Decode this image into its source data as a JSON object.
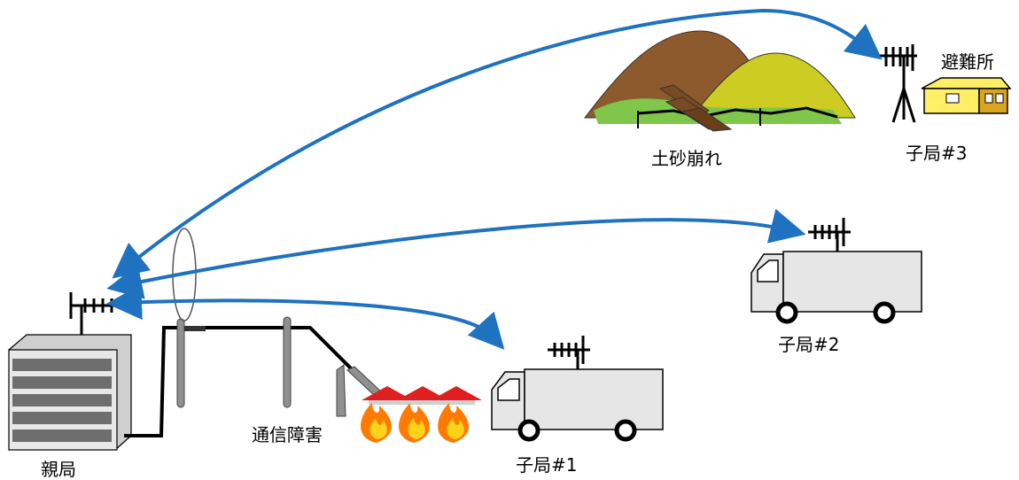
{
  "labels": {
    "base_station": "親局",
    "comm_failure": "通信障害",
    "landslide": "土砂崩れ",
    "shelter": "避難所",
    "slave1": "子局#1",
    "slave2": "子局#2",
    "slave3": "子局#3"
  },
  "colors": {
    "arrow": "#1f72c0",
    "truck_body": "#e6e6e6",
    "building": "#e8e8e8",
    "building_bars": "#6e6e6e",
    "hill_brown": "#8c5a2c",
    "hill_yellow": "#cccc22",
    "grass": "#7fc64a",
    "house_yellow": "#ffee66",
    "roof_red": "#e02020",
    "fire_orange": "#ff7a00",
    "fire_yellow": "#ffd21a"
  }
}
